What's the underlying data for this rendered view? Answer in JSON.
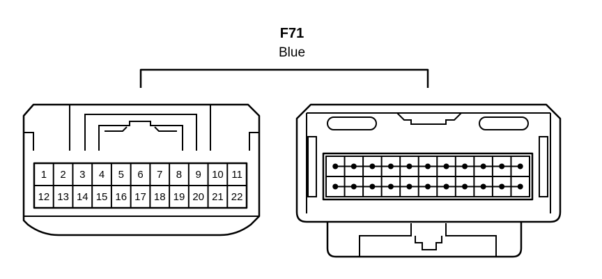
{
  "connector": {
    "id": "F71",
    "color": "Blue"
  },
  "pins": {
    "top_row": [
      "1",
      "2",
      "3",
      "4",
      "5",
      "6",
      "7",
      "8",
      "9",
      "10",
      "11"
    ],
    "bottom_row": [
      "12",
      "13",
      "14",
      "15",
      "16",
      "17",
      "18",
      "19",
      "20",
      "21",
      "22"
    ]
  },
  "terminal_grid": {
    "rows": 2,
    "columns": 11
  }
}
